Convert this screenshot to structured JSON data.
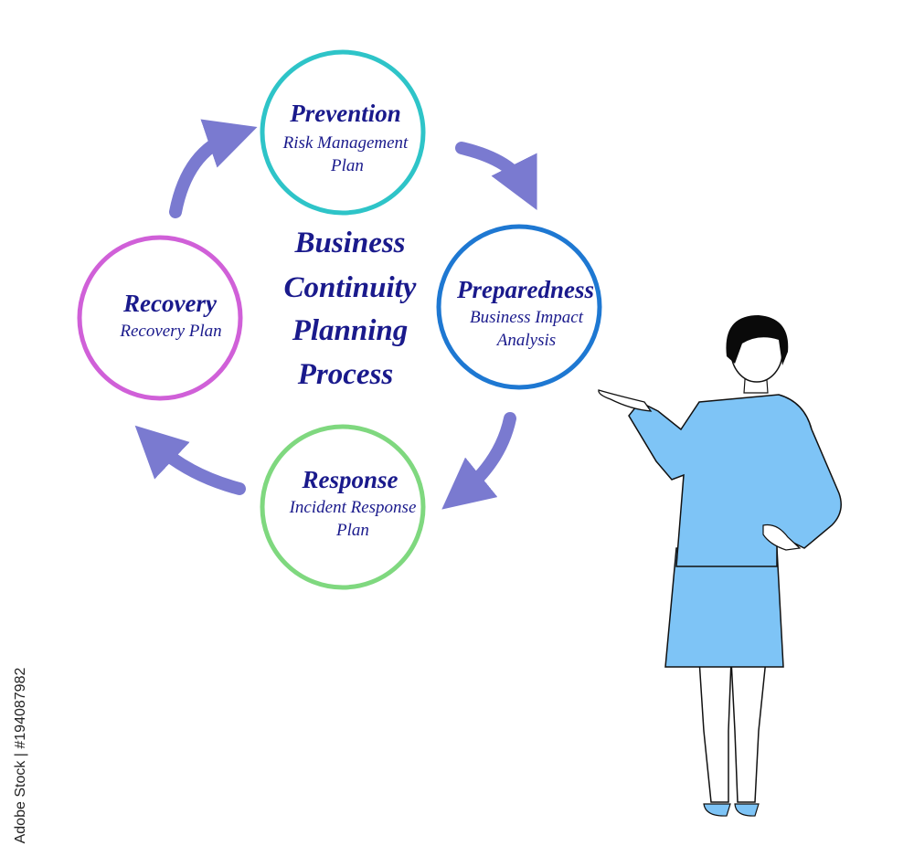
{
  "center_title": [
    "Business",
    "Continuity",
    "Planning",
    "Process"
  ],
  "stages": {
    "prevention": {
      "title": "Prevention",
      "lines": [
        "Risk Management",
        "Plan"
      ],
      "color": "#2ec4c8"
    },
    "preparedness": {
      "title": "Preparedness",
      "lines": [
        "Business Impact",
        "Analysis"
      ],
      "color": "#1e78d2"
    },
    "response": {
      "title": "Response",
      "lines": [
        "Incident Response",
        "Plan"
      ],
      "color": "#7fd87f"
    },
    "recovery": {
      "title": "Recovery",
      "lines": [
        "Recovery Plan"
      ],
      "color": "#d060d8"
    }
  },
  "colors": {
    "text": "#1a1a8c",
    "arrow": "#7a7ad0",
    "suit": "#7ec4f6",
    "hair": "#0a0a0a"
  },
  "stock_tag": "Adobe Stock | #194087982"
}
